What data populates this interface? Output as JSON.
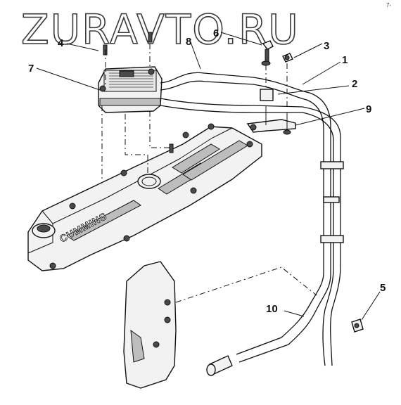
{
  "watermark": "ZURAVTO.RU",
  "corner_mark": "7-",
  "callouts": {
    "c1": "1",
    "c2": "2",
    "c3": "3",
    "c4": "4",
    "c5": "5",
    "c6": "6",
    "c7": "7",
    "c8": "8",
    "c9": "9",
    "c10": "10"
  },
  "engine_logo": "CUMMINS"
}
